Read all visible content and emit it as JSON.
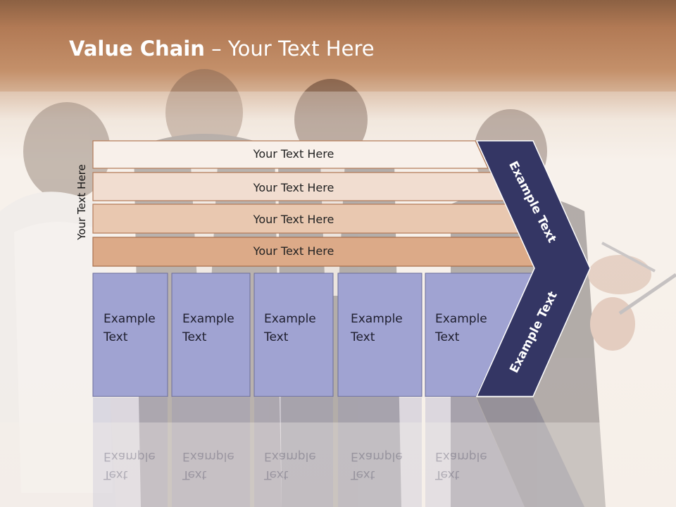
{
  "title": {
    "bold": "Value Chain",
    "rest": " – Your Text Here"
  },
  "side_label": "Your Text Here",
  "stripes": [
    {
      "label": "Your Text Here"
    },
    {
      "label": "Your Text Here"
    },
    {
      "label": "Your Text Here"
    },
    {
      "label": "Your Text Here"
    }
  ],
  "columns": [
    {
      "line1": "Example",
      "line2": "Text"
    },
    {
      "line1": "Example",
      "line2": "Text"
    },
    {
      "line1": "Example",
      "line2": "Text"
    },
    {
      "line1": "Example",
      "line2": "Text"
    },
    {
      "line1": "Example",
      "line2": "Text"
    }
  ],
  "arrow": {
    "upper": "Example Text",
    "lower": "Example Text"
  },
  "colors": {
    "header": "#b27a55",
    "stripe_1": "#f8f0ea",
    "stripe_2": "#f1ddd0",
    "stripe_3": "#e9c8b0",
    "stripe_4": "#dcaa88",
    "column_fill": "#a0a3d2",
    "arrow_fill": "#343664"
  }
}
